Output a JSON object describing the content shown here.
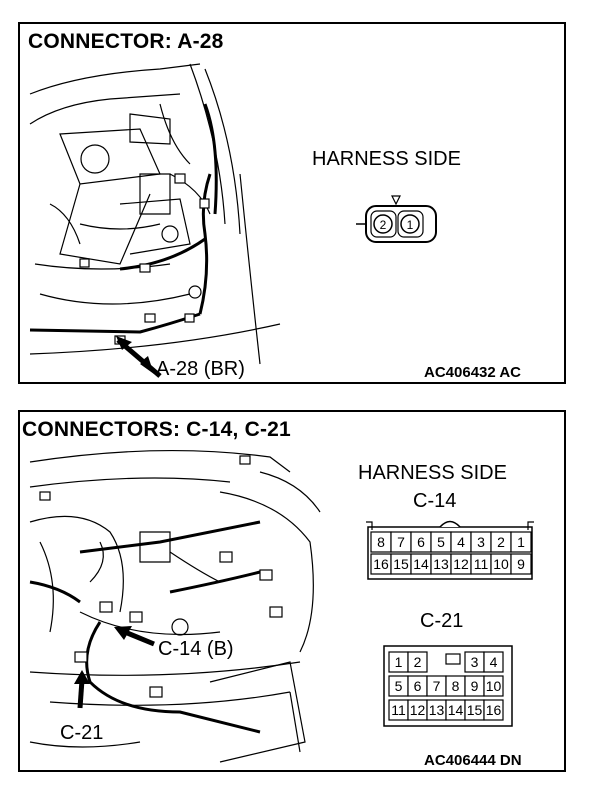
{
  "panels": [
    {
      "title": "CONNECTOR: A-28",
      "harness_side": "HARNESS SIDE",
      "callout": "A-28 (BR)",
      "code": "AC406432 AC",
      "pins": [
        "2",
        "1"
      ]
    },
    {
      "title": "CONNECTORS: C-14, C-21",
      "harness_side": "HARNESS SIDE",
      "c14_label": "C-14",
      "c21_label": "C-21",
      "callout_c14": "C-14 (B)",
      "callout_c21": "C-21",
      "code": "AC406444 DN",
      "c14_pins_top": [
        "8",
        "7",
        "6",
        "5",
        "4",
        "3",
        "2",
        "1"
      ],
      "c14_pins_bottom": [
        "16",
        "15",
        "14",
        "13",
        "12",
        "11",
        "10",
        "9"
      ],
      "c21_pins_row1": [
        "1",
        "2",
        "",
        "3",
        "4"
      ],
      "c21_pins_row2": [
        "5",
        "6",
        "7",
        "8",
        "9",
        "10"
      ],
      "c21_pins_row3": [
        "11",
        "12",
        "13",
        "14",
        "15",
        "16"
      ]
    }
  ]
}
